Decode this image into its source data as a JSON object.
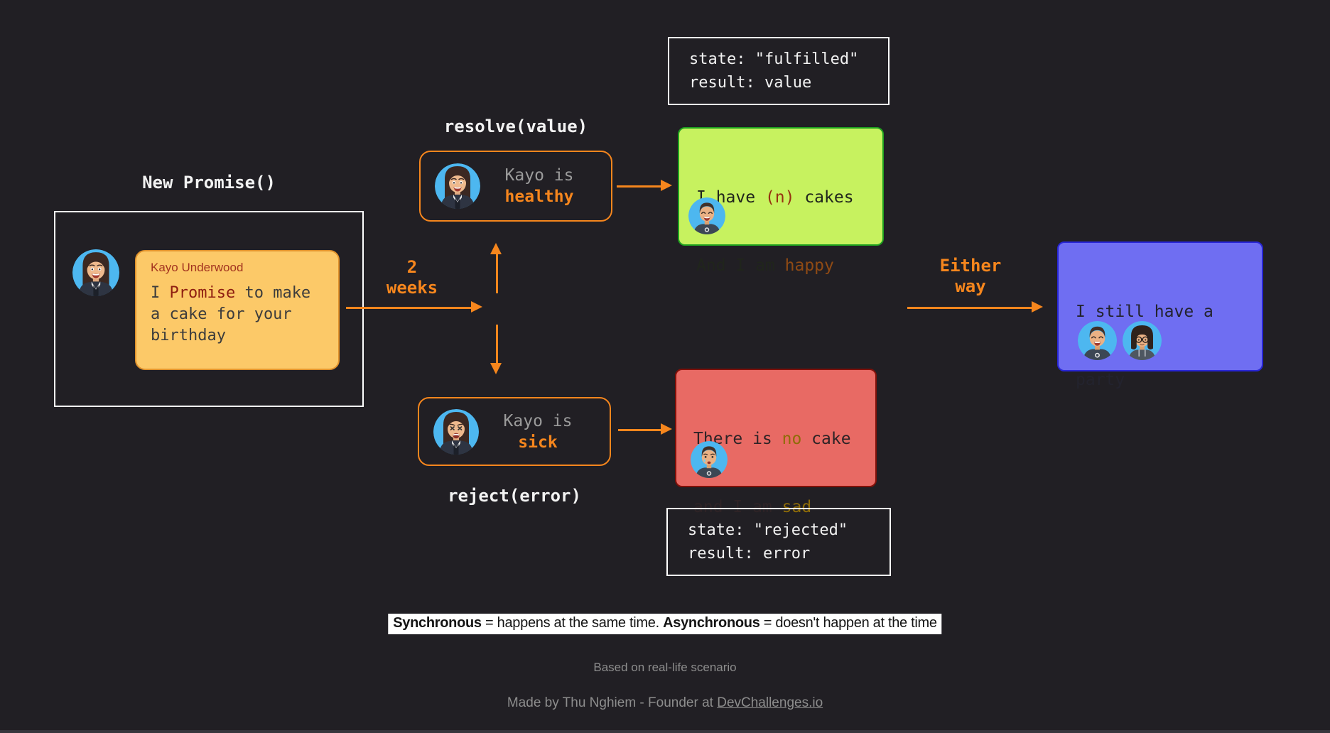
{
  "colors": {
    "background": "#211f24",
    "accent_orange": "#f6861d",
    "white_border": "#ffffff",
    "green_bg": "#c7f25f",
    "green_border": "#1fa11f",
    "red_bg": "#e86a64",
    "red_border": "#801009",
    "purple_bg": "#6f6ef2",
    "purple_border": "#2826d6",
    "card_bg": "#fcc968",
    "card_border": "#e0922c",
    "keyword_red": "#8e1d10",
    "keyword_brown": "#8f4a14",
    "keyword_gold": "#8f6c08",
    "avatar_circle_blue": "#4db7f0"
  },
  "promise": {
    "title": "New Promise()",
    "author": "Kayo Underwood",
    "body_pre": "I ",
    "body_kw": "Promise",
    "body_post": " to make a cake for your birthday"
  },
  "two_weeks": {
    "line1": "2",
    "line2": "weeks"
  },
  "resolve_label": "resolve(value)",
  "reject_label": "reject(error)",
  "healthy": {
    "prefix": "Kayo is",
    "status": "healthy"
  },
  "sick": {
    "prefix": "Kayo is",
    "status": "sick"
  },
  "fulfilled_state": {
    "line1": "state: \"fulfilled\"",
    "line2": "result: value"
  },
  "rejected_state": {
    "line1": "state: \"rejected\"",
    "line2": "result: error"
  },
  "fulfilled_result": {
    "l1a": "I have ",
    "l1b": "(n)",
    "l1c": " cakes",
    "l2a": "And I am ",
    "l2b": "happy"
  },
  "rejected_result": {
    "l1a": "There is ",
    "l1b": "no",
    "l1c": " cake",
    "l2a": "and I am ",
    "l2b": "sad"
  },
  "either_way": {
    "line1": "Either",
    "line2": "way"
  },
  "party": {
    "line1": "I still have a",
    "line2": "party"
  },
  "footer": {
    "sync_term": "Synchronous",
    "sync_def": " = happens at the same time. ",
    "async_term": "Asynchronous",
    "async_def": " = doesn't happen at the time",
    "based_on": "Based on real-life scenario",
    "credit_prefix": "Made by Thu Nghiem - Founder at ",
    "credit_link": "DevChallenges.io"
  },
  "icons": {
    "kayo_happy": "kayo-happy-avatar",
    "kayo_sick": "kayo-sick-avatar",
    "man_happy": "man-happy-avatar",
    "man_sad": "man-sad-avatar",
    "woman_glasses": "woman-glasses-avatar"
  }
}
